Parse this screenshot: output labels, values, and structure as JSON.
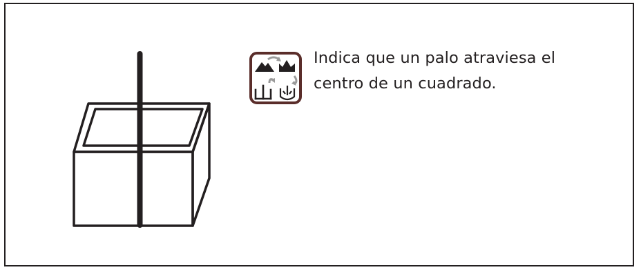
{
  "caption": "Indica que un palo atraviesa el centro de un cuadrado.",
  "colors": {
    "ink": "#231f20",
    "pictogram_border": "#5a2d2a",
    "pictogram_arrow": "#9a9a9a",
    "background": "#ffffff"
  },
  "icons": {
    "illustration": "stick-through-box-drawing",
    "pictogram": "character-evolution-pictogram"
  }
}
